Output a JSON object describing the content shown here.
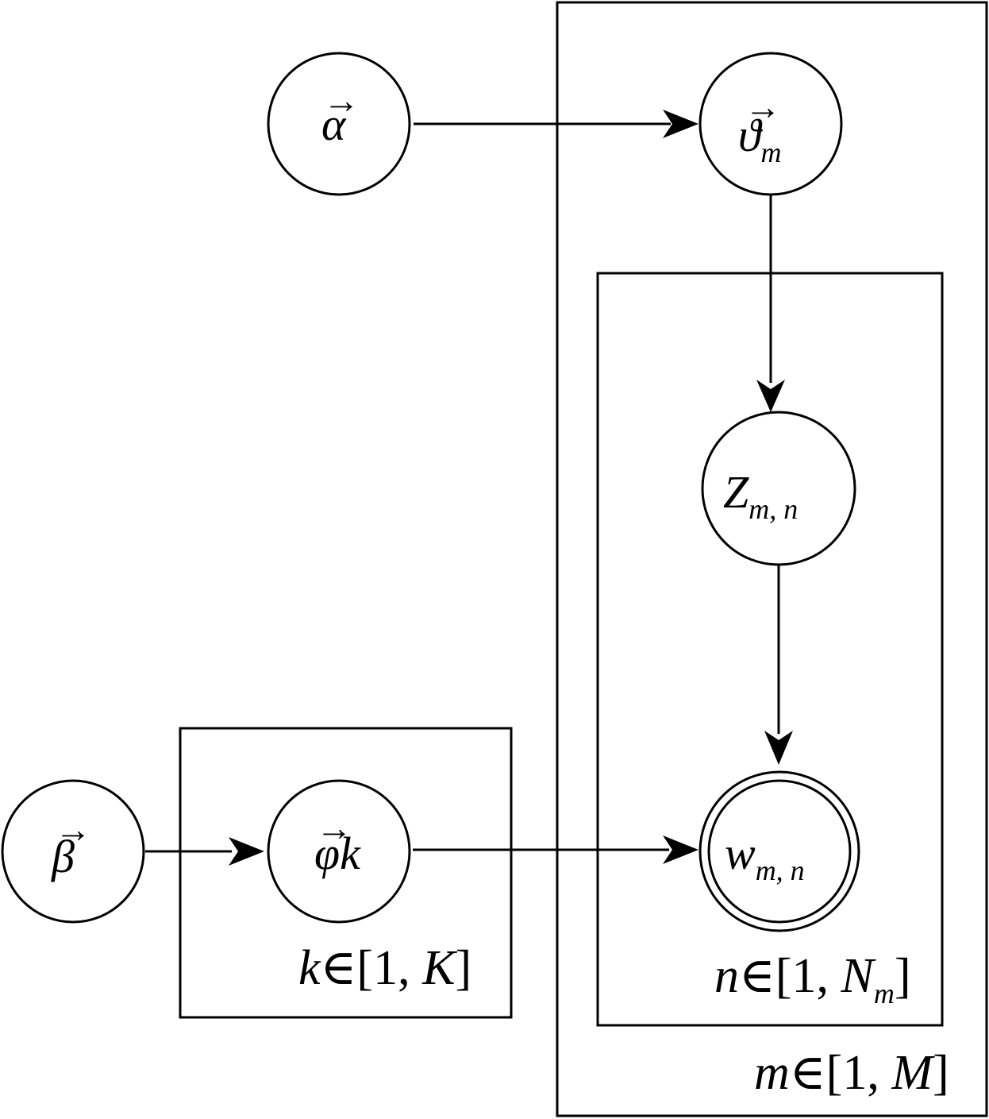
{
  "nodes": {
    "alpha": {
      "sym": "α",
      "arrow": "→"
    },
    "theta": {
      "sym": "ϑ",
      "sub": "m",
      "arrow": "→"
    },
    "z": {
      "sym": "Z",
      "sub": "m, n"
    },
    "w": {
      "sym": "w",
      "sub": "m, n"
    },
    "beta": {
      "sym": "β",
      "arrow": "→"
    },
    "phi": {
      "sym": "φ",
      "suffix": "k",
      "arrow": "→"
    }
  },
  "plates": {
    "k": {
      "var": "k",
      "rel": "∈[1, ",
      "upper": "K",
      "close": "]"
    },
    "n": {
      "var": "n",
      "rel": "∈[1, ",
      "upper": "N",
      "upper_sub": "m",
      "close": "]"
    },
    "m": {
      "var": "m",
      "rel": "∈[1, ",
      "upper": "M",
      "close": "]"
    }
  }
}
